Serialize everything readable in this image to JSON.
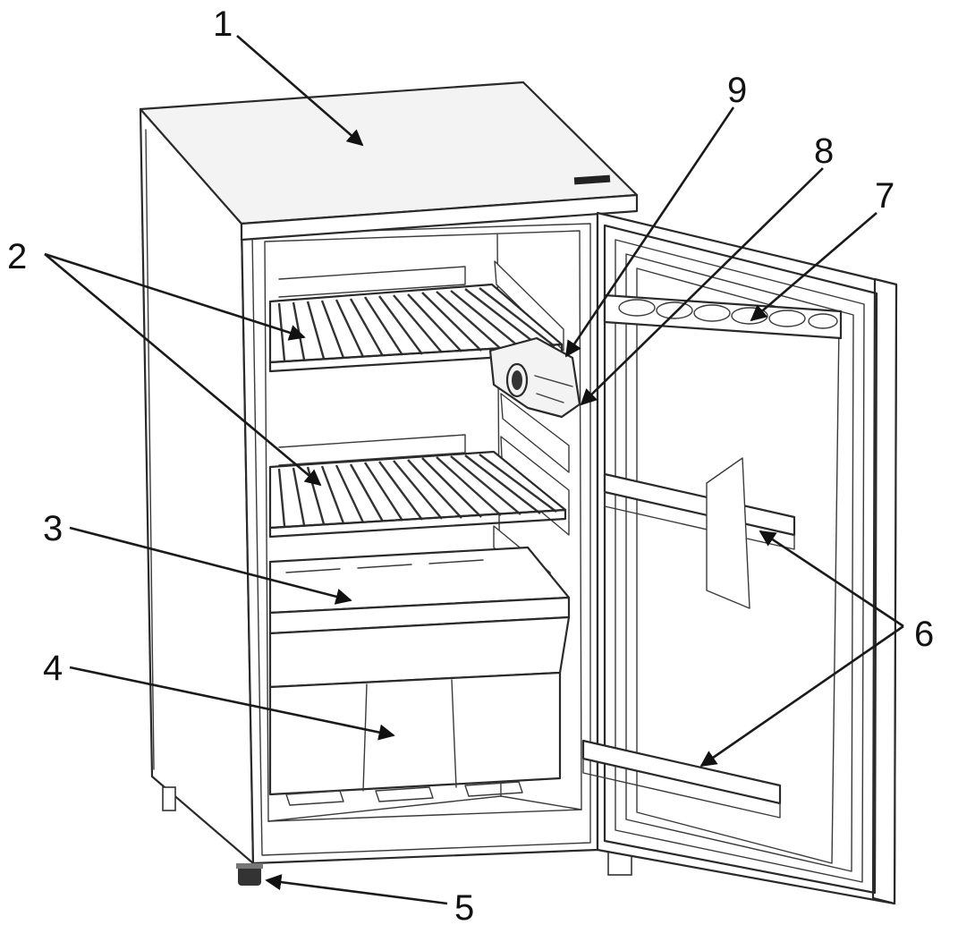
{
  "figure": {
    "callouts": {
      "c1": "1",
      "c2": "2",
      "c3": "3",
      "c4": "4",
      "c5": "5",
      "c6": "6",
      "c7": "7",
      "c8": "8",
      "c9": "9"
    }
  }
}
